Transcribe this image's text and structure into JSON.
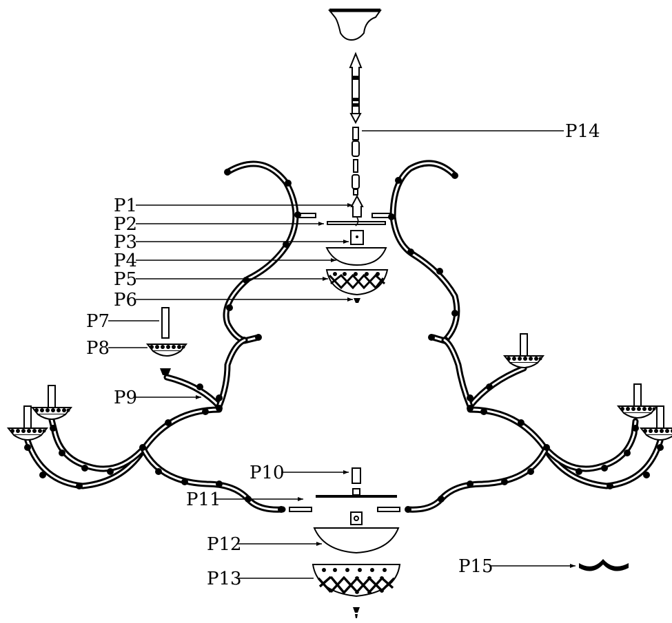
{
  "labels": {
    "p1": "P1",
    "p2": "P2",
    "p3": "P3",
    "p4": "P4",
    "p5": "P5",
    "p6": "P6",
    "p7": "P7",
    "p8": "P8",
    "p9": "P9",
    "p10": "P10",
    "p11": "P11",
    "p12": "P12",
    "p13": "P13",
    "p14": "P14",
    "p15": "P15"
  },
  "colors": {
    "line": "#000000",
    "background": "#ffffff"
  },
  "icons": [
    "canopy",
    "chain",
    "candle-sleeve",
    "bobeche",
    "bowl",
    "crystal-basket",
    "finial",
    "arm"
  ]
}
